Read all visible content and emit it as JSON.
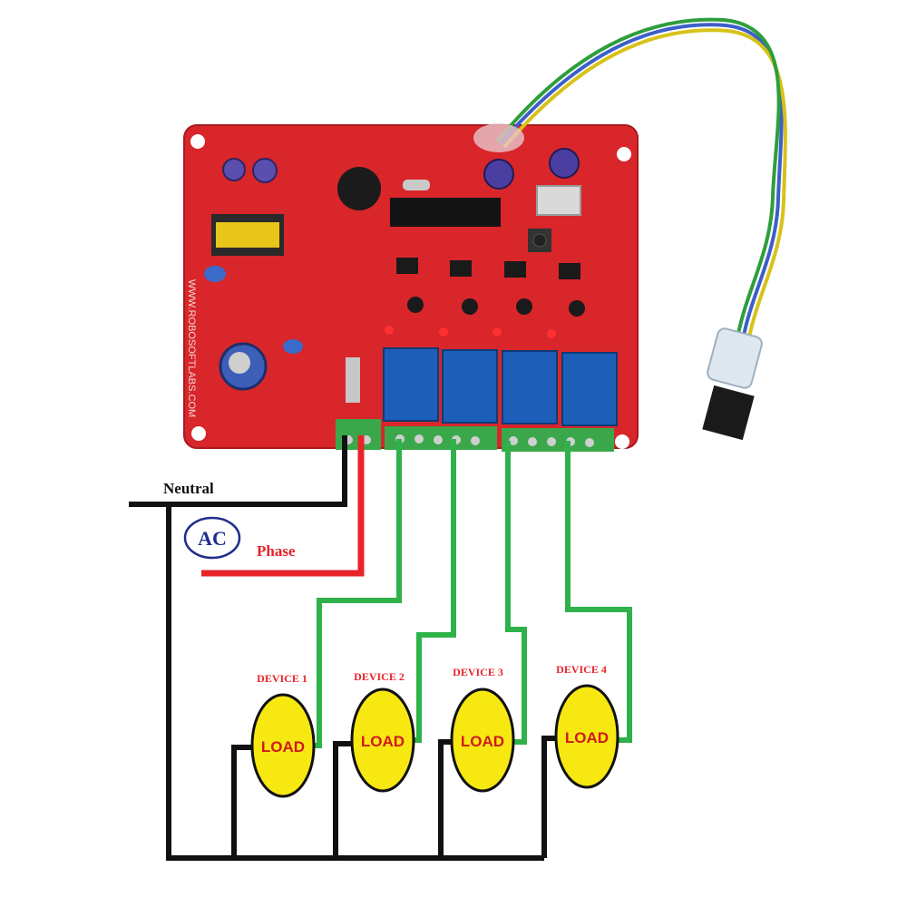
{
  "labels": {
    "neutral": "Neutral",
    "phase": "Phase",
    "ac": "AC"
  },
  "board": {
    "website": "WWW.ROBOSOFTLABS.COM"
  },
  "devices": [
    {
      "title": "DEVICE 1",
      "load": "LOAD"
    },
    {
      "title": "DEVICE 2",
      "load": "LOAD"
    },
    {
      "title": "DEVICE 3",
      "load": "LOAD"
    },
    {
      "title": "DEVICE 4",
      "load": "LOAD"
    }
  ],
  "colors": {
    "board": "#d8262a",
    "neutral_wire": "#111111",
    "phase_wire": "#e8232a",
    "load_wire": "#2fb24a",
    "load_fill": "#f7e812",
    "relay": "#1d5fb8"
  }
}
